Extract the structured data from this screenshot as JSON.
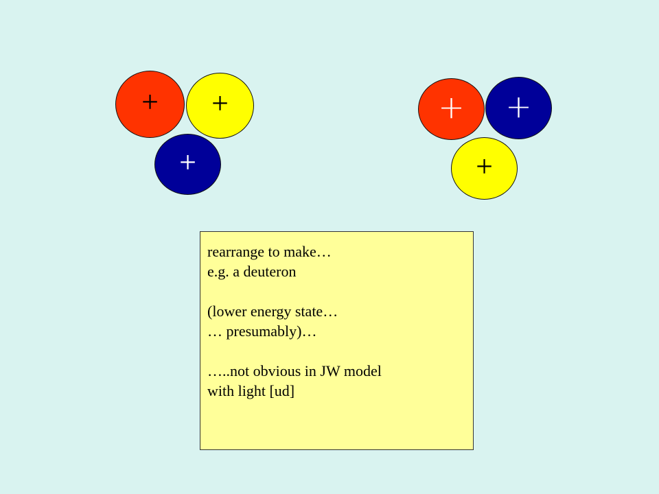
{
  "colors": {
    "background": "#d9f3f0",
    "red": "#ff3300",
    "yellow": "#ffff00",
    "blue": "#000099",
    "note": "#ffff99"
  },
  "left_group": {
    "red_sign": "+",
    "yellow_sign": "+",
    "blue_sign": "+"
  },
  "right_group": {
    "red_sign": "+",
    "blue_sign": "+",
    "yellow_sign": "+"
  },
  "note": {
    "lines": [
      "rearrange to make…",
      "e.g. a deuteron",
      "",
      "(lower energy state…",
      "… presumably)…",
      "",
      "…..not obvious in JW model",
      "with light [ud]"
    ]
  }
}
